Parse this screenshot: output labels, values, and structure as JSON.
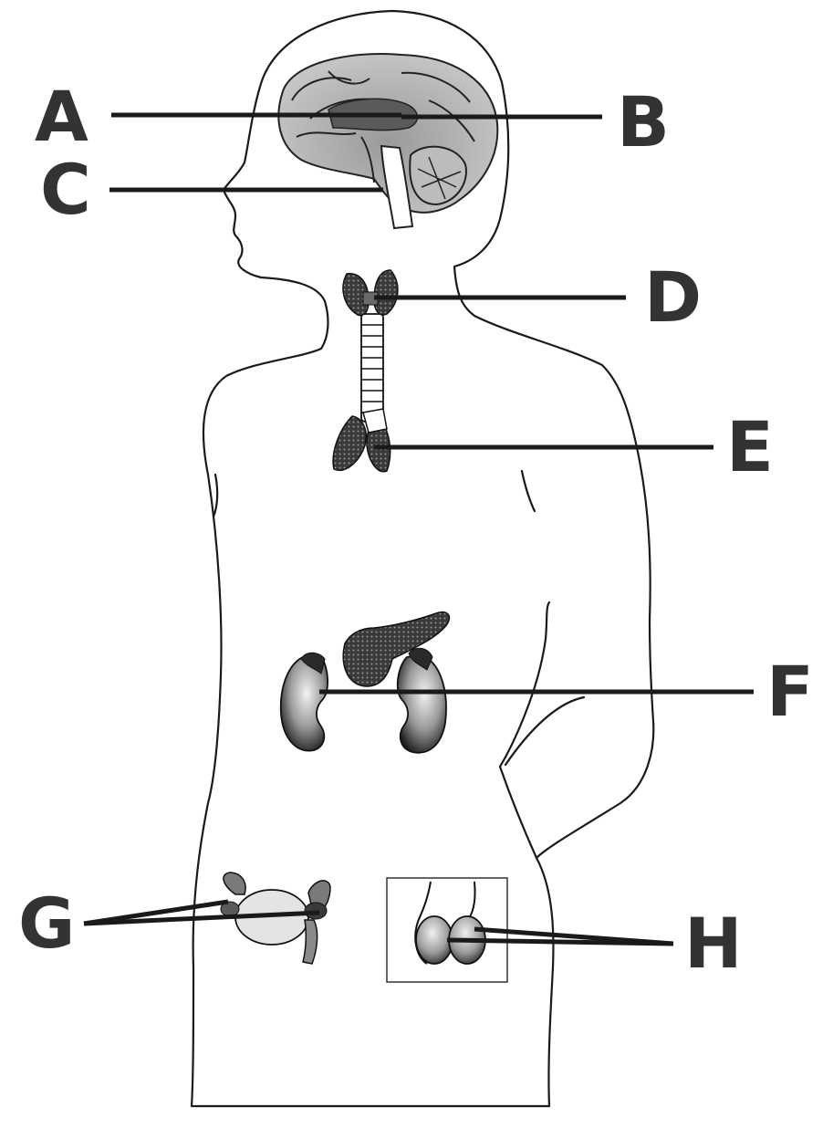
{
  "labels": {
    "A": "A",
    "B": "B",
    "C": "C",
    "D": "D",
    "E": "E",
    "F": "F",
    "G": "G",
    "H": "H"
  },
  "colors": {
    "line": "#1a1a1a",
    "label": "#333333",
    "background": "#ffffff"
  }
}
